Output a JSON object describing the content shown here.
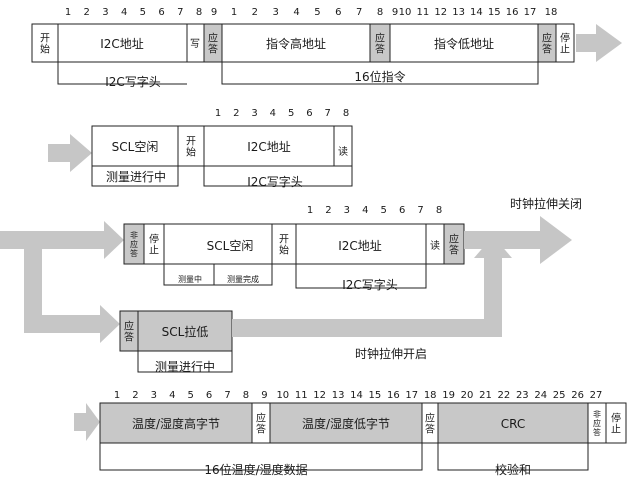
{
  "colors": {
    "arrow": "#c6c6c6",
    "shade": "#c8c8c8",
    "line": "#222222"
  },
  "labels": {
    "start": "开始",
    "stop": "停止",
    "ack": "应答",
    "nack": "非应答",
    "write": "写",
    "read": "读",
    "i2c_address": "I2C地址",
    "command_high": "指令高地址",
    "command_low": "指令低地址",
    "i2c_write_header": "I2C写字头",
    "cmd16": "16位指令",
    "scl_idle": "SCL空闲",
    "measuring": "测量进行中",
    "measuring_short": "测量中",
    "measure_done": "测量完成",
    "clock_stretch_off": "时钟拉伸关闭",
    "clock_stretch_on": "时钟拉伸开启",
    "scl_low": "SCL拉低",
    "temp_high": "温度/湿度高字节",
    "temp_low": "温度/湿度低字节",
    "crc": "CRC",
    "data16": "16位温度/湿度数据",
    "checksum": "校验和"
  },
  "bit_numbers": {
    "row1": [
      "1",
      "2",
      "3",
      "4",
      "5",
      "6",
      "7",
      "8",
      "9",
      "1",
      "2",
      "3",
      "4",
      "5",
      "6",
      "7",
      "8",
      "9",
      "10",
      "11",
      "12",
      "13",
      "14",
      "15",
      "16",
      "17",
      "18"
    ],
    "row2": [
      "1",
      "2",
      "3",
      "4",
      "5",
      "6",
      "7",
      "8"
    ],
    "row3": [
      "1",
      "2",
      "3",
      "4",
      "5",
      "6",
      "7",
      "8"
    ],
    "row5": [
      "1",
      "2",
      "3",
      "4",
      "5",
      "6",
      "7",
      "8",
      "9",
      "10",
      "11",
      "12",
      "13",
      "14",
      "15",
      "16",
      "17",
      "18",
      "19",
      "20",
      "21",
      "22",
      "23",
      "24",
      "25",
      "26",
      "27"
    ]
  }
}
